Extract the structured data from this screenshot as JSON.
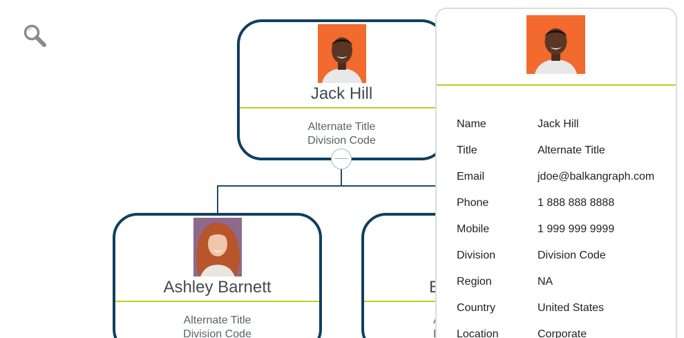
{
  "icons": {
    "search": "search-icon"
  },
  "colors": {
    "node_border": "#0f3f5f",
    "accent_rule": "#bcd01c",
    "connector": "#1d4b6b",
    "photo_bg_orange": "#f26a2e",
    "photo_bg_purple": "#8c6a8d"
  },
  "nodes": [
    {
      "name": "Jack Hill",
      "title": "Alternate Title",
      "division": "Division Code"
    },
    {
      "name": "Ashley Barnett",
      "title": "Alternate Title",
      "division": "Division Code"
    },
    {
      "name": "E",
      "title": "A",
      "division": "D"
    }
  ],
  "details": {
    "fields": [
      {
        "label": "Name",
        "value": "Jack Hill"
      },
      {
        "label": "Title",
        "value": "Alternate Title"
      },
      {
        "label": "Email",
        "value": "jdoe@balkangraph.com"
      },
      {
        "label": "Phone",
        "value": "1 888 888 8888"
      },
      {
        "label": "Mobile",
        "value": "1 999 999 9999"
      },
      {
        "label": "Division",
        "value": "Division Code"
      },
      {
        "label": "Region",
        "value": "NA"
      },
      {
        "label": "Country",
        "value": "United States"
      },
      {
        "label": "Location",
        "value": "Corporate"
      }
    ]
  }
}
